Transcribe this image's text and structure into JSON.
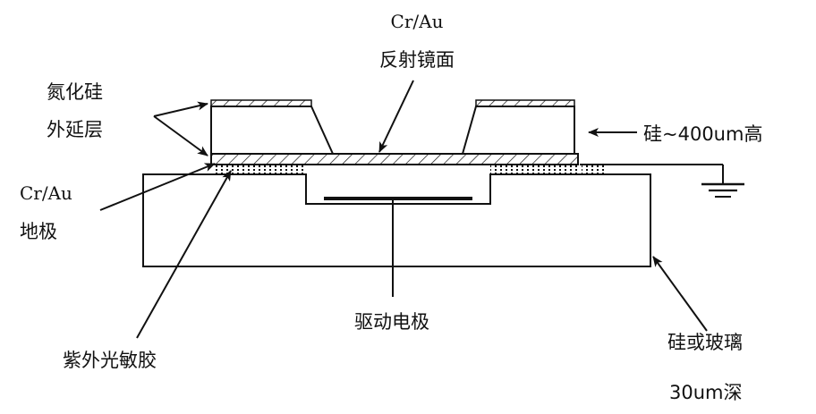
{
  "labels": {
    "mirror_material": "Cr/Au",
    "mirror_name": "反射镜面",
    "sin_line1": "氮化硅",
    "sin_line2": "外延层",
    "silicon_height": "硅~400um高",
    "ground_material": "Cr/Au",
    "ground_name": "地极",
    "drive_electrode": "驱动电极",
    "uv_resist": "紫外光敏胶",
    "substrate": "硅或玻璃",
    "depth": "30um深"
  },
  "colors": {
    "ink": "#111111",
    "background": "#ffffff"
  },
  "icons": {
    "ground": "ground-symbol-icon"
  }
}
